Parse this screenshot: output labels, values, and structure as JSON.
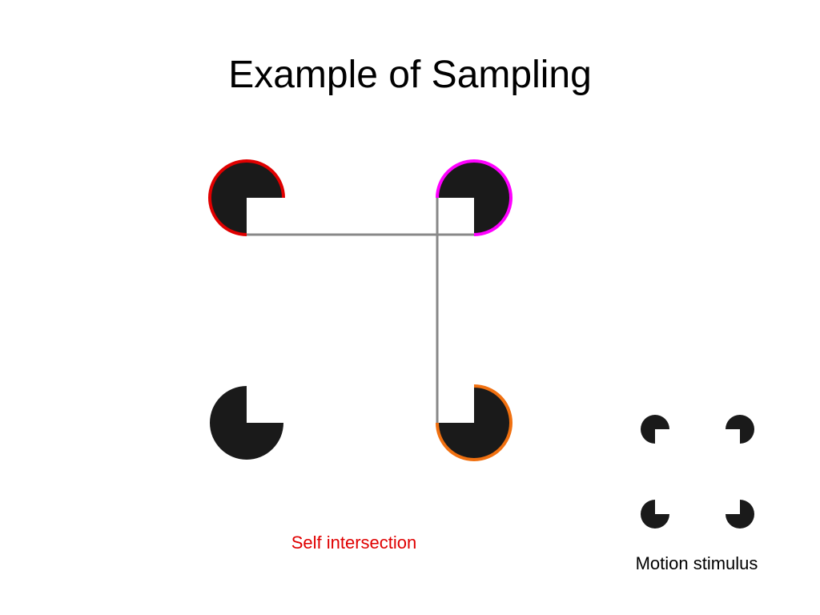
{
  "slide": {
    "title": "Example of Sampling",
    "caption_self_intersection": "Self intersection",
    "caption_motion_stimulus": "Motion stimulus"
  },
  "colors": {
    "pacman_fill": "#1a1a1a",
    "edge_top_left": "#e00000",
    "edge_top_right": "#ff00ff",
    "edge_bottom_right": "#f07010",
    "sample_line": "#888888",
    "caption_red": "#e00000"
  }
}
